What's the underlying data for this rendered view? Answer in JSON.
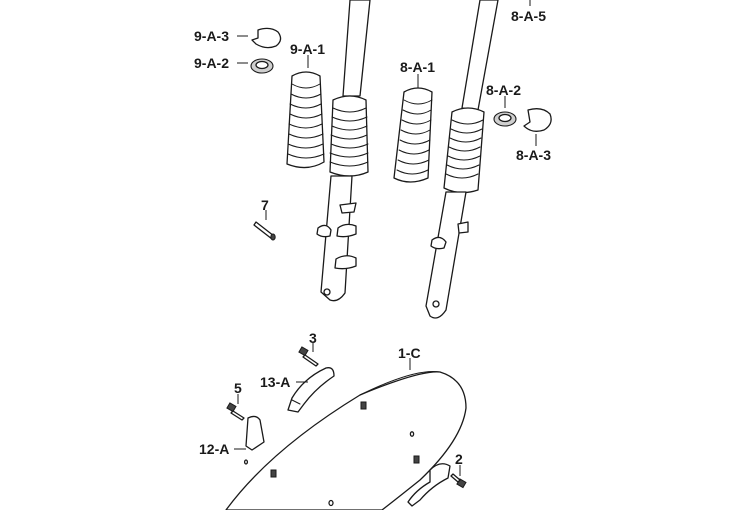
{
  "labels": {
    "l_8a5": "8-A-5",
    "l_9a3": "9-A-3",
    "l_9a2": "9-A-2",
    "l_9a1": "9-A-1",
    "l_8a1": "8-A-1",
    "l_8a2": "8-A-2",
    "l_8a3": "8-A-3",
    "l_7": "7",
    "l_3": "3",
    "l_1c": "1-C",
    "l_13a": "13-A",
    "l_5": "5",
    "l_12a": "12-A",
    "l_2": "2"
  }
}
